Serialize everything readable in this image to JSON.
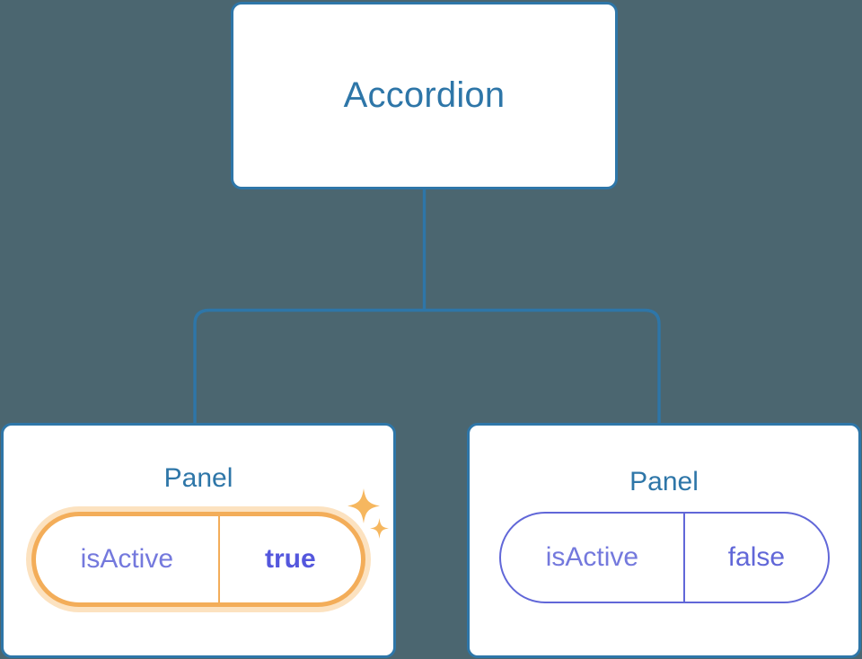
{
  "diagram": {
    "type": "component-tree",
    "background_color": "#4b6670",
    "node_border_color": "#2e76a8",
    "node_text_color": "#2e76a8",
    "connector_color": "#2e76a8",
    "highlight_color": "#f3ad59",
    "prop_text_color": "#6167d8",
    "root": {
      "label": "Accordion"
    },
    "children": [
      {
        "label": "Panel",
        "highlighted": true,
        "prop": {
          "key": "isActive",
          "value": "true"
        },
        "sparkle_large": "sparkle-icon",
        "sparkle_small": "sparkle-icon"
      },
      {
        "label": "Panel",
        "highlighted": false,
        "prop": {
          "key": "isActive",
          "value": "false"
        }
      }
    ]
  }
}
